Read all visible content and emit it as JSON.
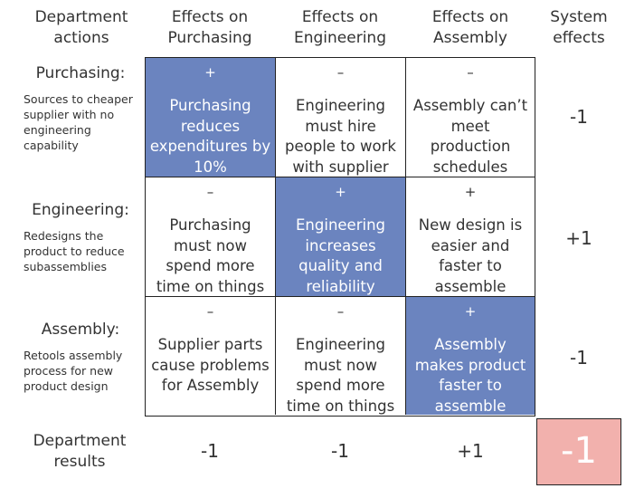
{
  "headers": {
    "col0": "Department actions",
    "col1": "Effects on Purchasing",
    "col2": "Effects on Engineering",
    "col3": "Effects on Assembly",
    "col4": "System effects"
  },
  "rows": [
    {
      "title": "Purchasing:",
      "description": "Sources to cheaper supplier with no engineering capability",
      "cells": [
        {
          "sign": "+",
          "text": "Purchasing reduces expenditures by 10%"
        },
        {
          "sign": "–",
          "text": "Engineering must hire people to work with supplier"
        },
        {
          "sign": "–",
          "text": "Assembly can’t meet production schedules"
        }
      ],
      "system_effect": "-1"
    },
    {
      "title": "Engineering:",
      "description": "Redesigns the product to reduce subassemblies",
      "cells": [
        {
          "sign": "–",
          "text": "Purchasing must now spend more time on things"
        },
        {
          "sign": "+",
          "text": "Engineering increases quality and reliability"
        },
        {
          "sign": "+",
          "text": "New design is easier and faster to assemble"
        }
      ],
      "system_effect": "+1"
    },
    {
      "title": "Assembly:",
      "description": "Retools assembly process for new product design",
      "cells": [
        {
          "sign": "–",
          "text": "Supplier parts cause problems for Assembly"
        },
        {
          "sign": "–",
          "text": "Engineering must now spend more time on things"
        },
        {
          "sign": "+",
          "text": "Assembly makes product faster to assemble"
        }
      ],
      "system_effect": "-1"
    }
  ],
  "results_label": "Department results",
  "results": [
    "-1",
    "-1",
    "+1"
  ],
  "total": "-1",
  "colors": {
    "highlight": "#6b84bf",
    "total_bg": "#f2b1ad",
    "border": "#222222"
  }
}
